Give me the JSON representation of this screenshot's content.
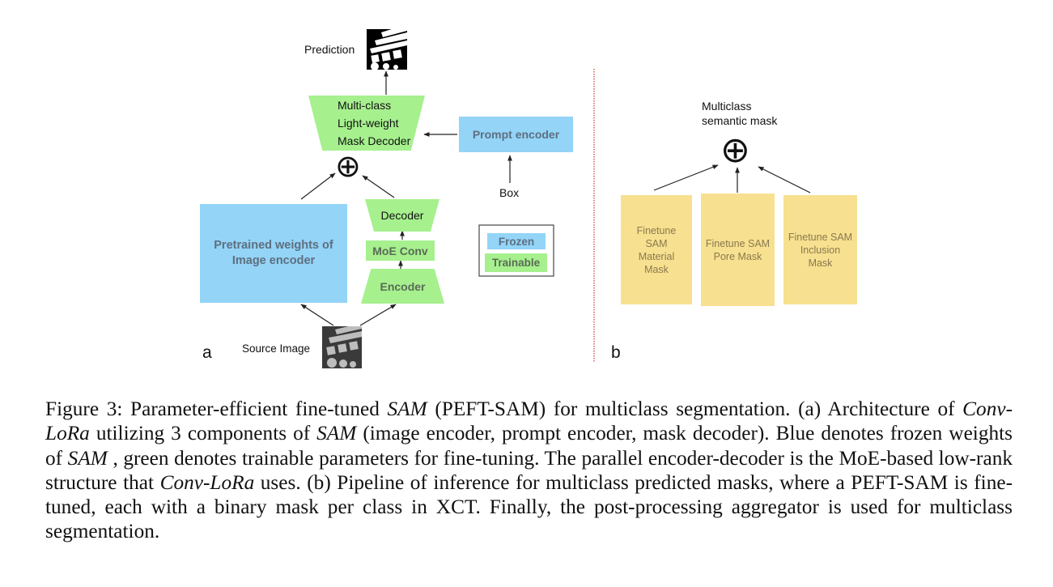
{
  "panel_a": {
    "panel_label": "a",
    "prediction_label": "Prediction",
    "mask_decoder_lines": [
      "Multi-class",
      "Light-weight",
      "Mask Decoder"
    ],
    "prompt_encoder_label": "Prompt encoder",
    "box_label": "Box",
    "image_encoder_lines": [
      "Pretrained weights of",
      "Image encoder"
    ],
    "decoder_label": "Decoder",
    "moe_conv_label": "MoE Conv",
    "encoder_label": "Encoder",
    "source_image_label": "Source Image",
    "aggregator_symbol": "⊕",
    "legend": {
      "frozen_label": "Frozen",
      "trainable_label": "Trainable"
    }
  },
  "panel_b": {
    "panel_label": "b",
    "output_lines": [
      "Multiclass",
      "semantic mask"
    ],
    "aggregator_symbol": "⊕",
    "boxes": [
      {
        "lines": [
          "Finetune",
          "SAM",
          "Material",
          "Mask"
        ]
      },
      {
        "lines": [
          "Finetune SAM",
          "Pore Mask"
        ]
      },
      {
        "lines": [
          "Finetune SAM",
          "Inclusion",
          "Mask"
        ]
      }
    ]
  },
  "colors": {
    "frozen": "#93d4f7",
    "trainable": "#a6f08e",
    "finetune": "#f7e08f",
    "divider": "#c0392b"
  },
  "caption": {
    "segments": [
      {
        "text": "Figure 3: Parameter-efficient fine-tuned ",
        "italic": false
      },
      {
        "text": "SAM",
        "italic": true
      },
      {
        "text": " (PEFT-SAM) for multiclass segmentation. (a) Architecture of ",
        "italic": false
      },
      {
        "text": "Conv-LoRa",
        "italic": true
      },
      {
        "text": " utilizing 3 components of ",
        "italic": false
      },
      {
        "text": "SAM",
        "italic": true
      },
      {
        "text": " (image encoder, prompt encoder, mask decoder). Blue denotes frozen weights of ",
        "italic": false
      },
      {
        "text": "SAM",
        "italic": true
      },
      {
        "text": " , green denotes trainable parameters for fine-tuning. The parallel encoder-decoder is the MoE-based low-rank structure that ",
        "italic": false
      },
      {
        "text": "Conv-LoRa",
        "italic": true
      },
      {
        "text": " uses. (b) Pipeline of inference for multiclass predicted masks, where a PEFT-SAM is fine-tuned, each with a binary mask per class in XCT. Finally, the post-processing aggregator is used for multiclass segmentation.",
        "italic": false
      }
    ]
  }
}
